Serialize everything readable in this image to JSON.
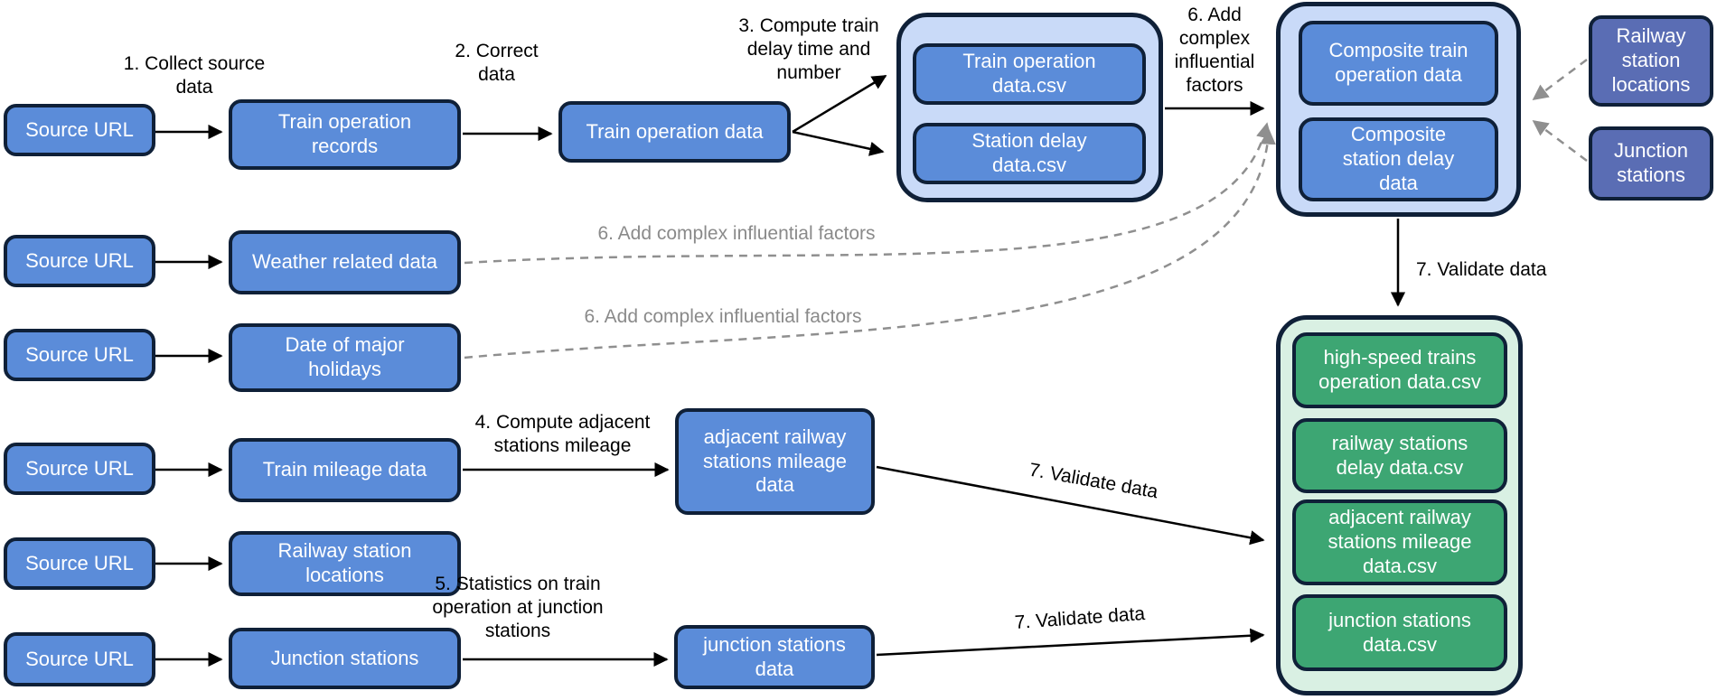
{
  "colors": {
    "background": "#ffffff",
    "ink": "#0f2038",
    "node-blue": "#5b8cd9",
    "container-blue": "#c9daf8",
    "node-purple": "#5a6db4",
    "node-green": "#3da673",
    "container-green": "#d9f0e3",
    "arrow-black": "#000000",
    "dashed-gray": "#8f8f8f",
    "label-gray": "#8a8a8a",
    "label-black": "#000000",
    "text-white": "#ffffff"
  },
  "nodes": {
    "source_url": "Source URL",
    "train_operation_records": "Train operation\nrecords",
    "weather_related_data": "Weather related data",
    "date_of_major_holidays": "Date of major\nholidays",
    "train_mileage_data": "Train mileage data",
    "railway_station_locations": "Railway station\nlocations",
    "junction_stations": "Junction stations",
    "train_operation_data": "Train operation data",
    "adjacent_stations_mileage_data": "adjacent railway\nstations mileage\ndata",
    "junction_stations_data": "junction stations\ndata",
    "train_operation_csv": "Train operation\ndata.csv",
    "station_delay_csv": "Station delay\ndata.csv",
    "composite_train_operation": "Composite train\noperation data",
    "composite_station_delay": "Composite\nstation delay\ndata",
    "railway_station_locations_src": "Railway\nstation\nlocations",
    "junction_stations_src": "Junction\nstations",
    "high_speed_trains_csv": "high-speed trains\noperation data.csv",
    "railway_stations_delay_csv": "railway stations\ndelay data.csv",
    "adjacent_mileage_csv": "adjacent railway\nstations mileage\ndata.csv",
    "junction_stations_csv": "junction stations\ndata.csv"
  },
  "labels": {
    "step1": "1. Collect source\ndata",
    "step2": "2. Correct\ndata",
    "step3": "3. Compute train\ndelay time and\nnumber",
    "step4": "4. Compute adjacent\nstations mileage",
    "step5": "5. Statistics on train\noperation at junction\nstations",
    "step6_block": "6. Add\ncomplex\ninfluential\nfactors",
    "step6_inline": "6. Add complex influential factors",
    "step7": "7. Validate data"
  }
}
